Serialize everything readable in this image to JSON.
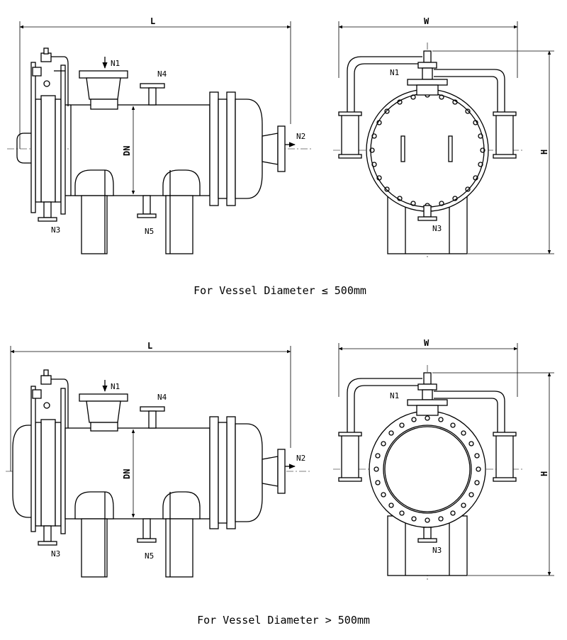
{
  "dimensions": {
    "length": "L",
    "width": "W",
    "height": "H",
    "diameter": "DN"
  },
  "nozzles": {
    "n1": "N1",
    "n2": "N2",
    "n3": "N3",
    "n4": "N4",
    "n5": "N5"
  },
  "captions": {
    "small": "For Vessel Diameter ≤ 500mm",
    "large": "For Vessel Diameter > 500mm"
  }
}
